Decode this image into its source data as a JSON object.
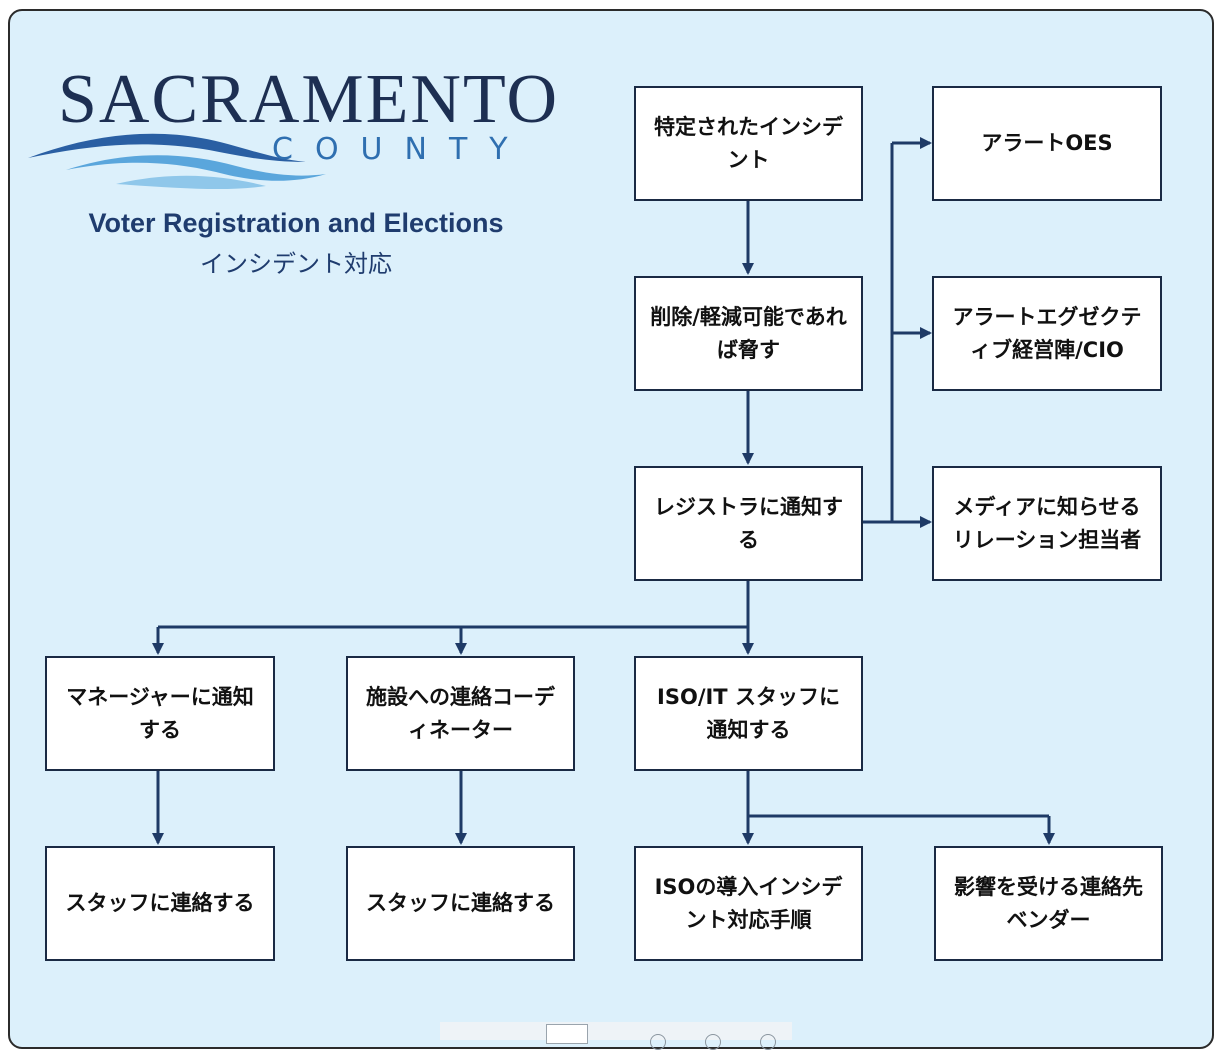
{
  "header": {
    "logo_text": "SACRAMENTO",
    "logo_subtext": "COUNTY",
    "title": "Voter Registration and Elections",
    "subtitle": "インシデント対応"
  },
  "nodes": {
    "identified_incident": "特定されたインシデント",
    "remove_mitigate": "削除/軽減可能であれば脅す",
    "notify_registrar": "レジストラに通知する",
    "alert_oes": "アラートOES",
    "alert_executive": "アラートエグゼクティブ経営陣/CIO",
    "media_relations": "メディアに知らせるリレーション担当者",
    "notify_manager": "マネージャーに通知する",
    "facility_coordinator": "施設への連絡コーディネーター",
    "notify_iso_it": "ISO/IT スタッフに通知する",
    "contact_staff_1": "スタッフに連絡する",
    "contact_staff_2": "スタッフに連絡する",
    "iso_procedure": "ISOの導入インシデント対応手順",
    "vendor_contact": "影響を受ける連絡先ベンダー"
  },
  "colors": {
    "background": "#dcf0fb",
    "box_border": "#1a2a44",
    "connector": "#1e3a66",
    "title": "#1f3c6e",
    "logo_dark": "#1d2f52",
    "logo_blue": "#2f6fb0"
  }
}
